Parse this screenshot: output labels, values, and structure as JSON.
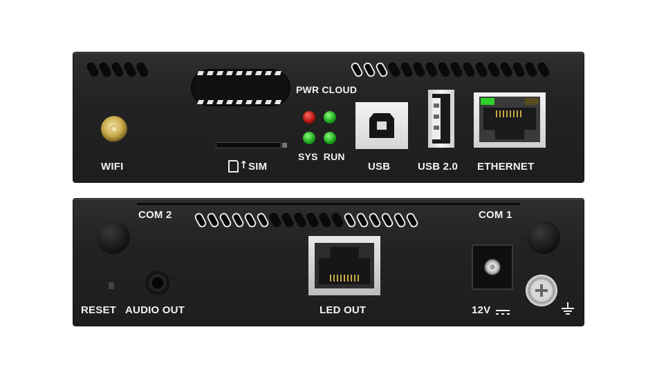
{
  "front_panel": {
    "labels": {
      "wifi": "WIFI",
      "sim": "SIM",
      "pwr_cloud": "PWR CLOUD",
      "sys_run": "SYS  RUN",
      "usb": "USB",
      "usb2": "USB 2.0",
      "ethernet": "ETHERNET"
    },
    "leds": [
      "red",
      "green",
      "green",
      "green"
    ]
  },
  "rear_panel": {
    "labels": {
      "com2": "COM 2",
      "com1": "COM 1",
      "reset": "RESET",
      "audio_out": "AUDIO OUT",
      "led_out": "LED OUT",
      "power": "12V"
    }
  },
  "colors": {
    "panel": "#222222",
    "label": "#f2f2f2",
    "led_red": "#d01818",
    "led_green": "#22b022"
  }
}
